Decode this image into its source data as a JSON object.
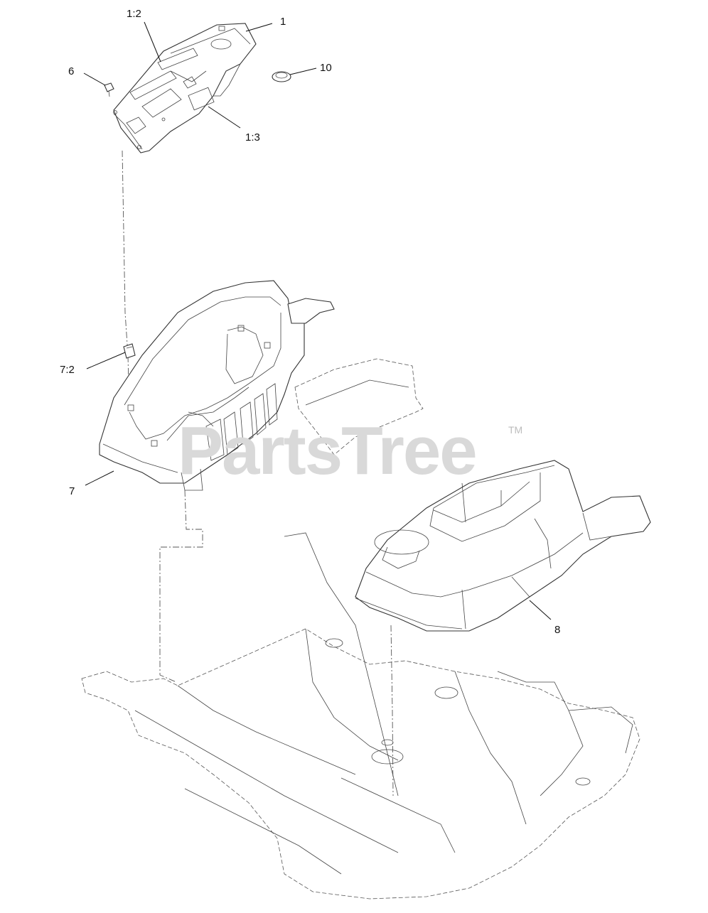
{
  "watermark": {
    "text": "PartsTree",
    "tm": "TM"
  },
  "callouts": {
    "c1": "1",
    "c1_2": "1:2",
    "c1_3": "1:3",
    "c6": "6",
    "c10": "10",
    "c7": "7",
    "c7_2": "7:2",
    "c8": "8"
  }
}
